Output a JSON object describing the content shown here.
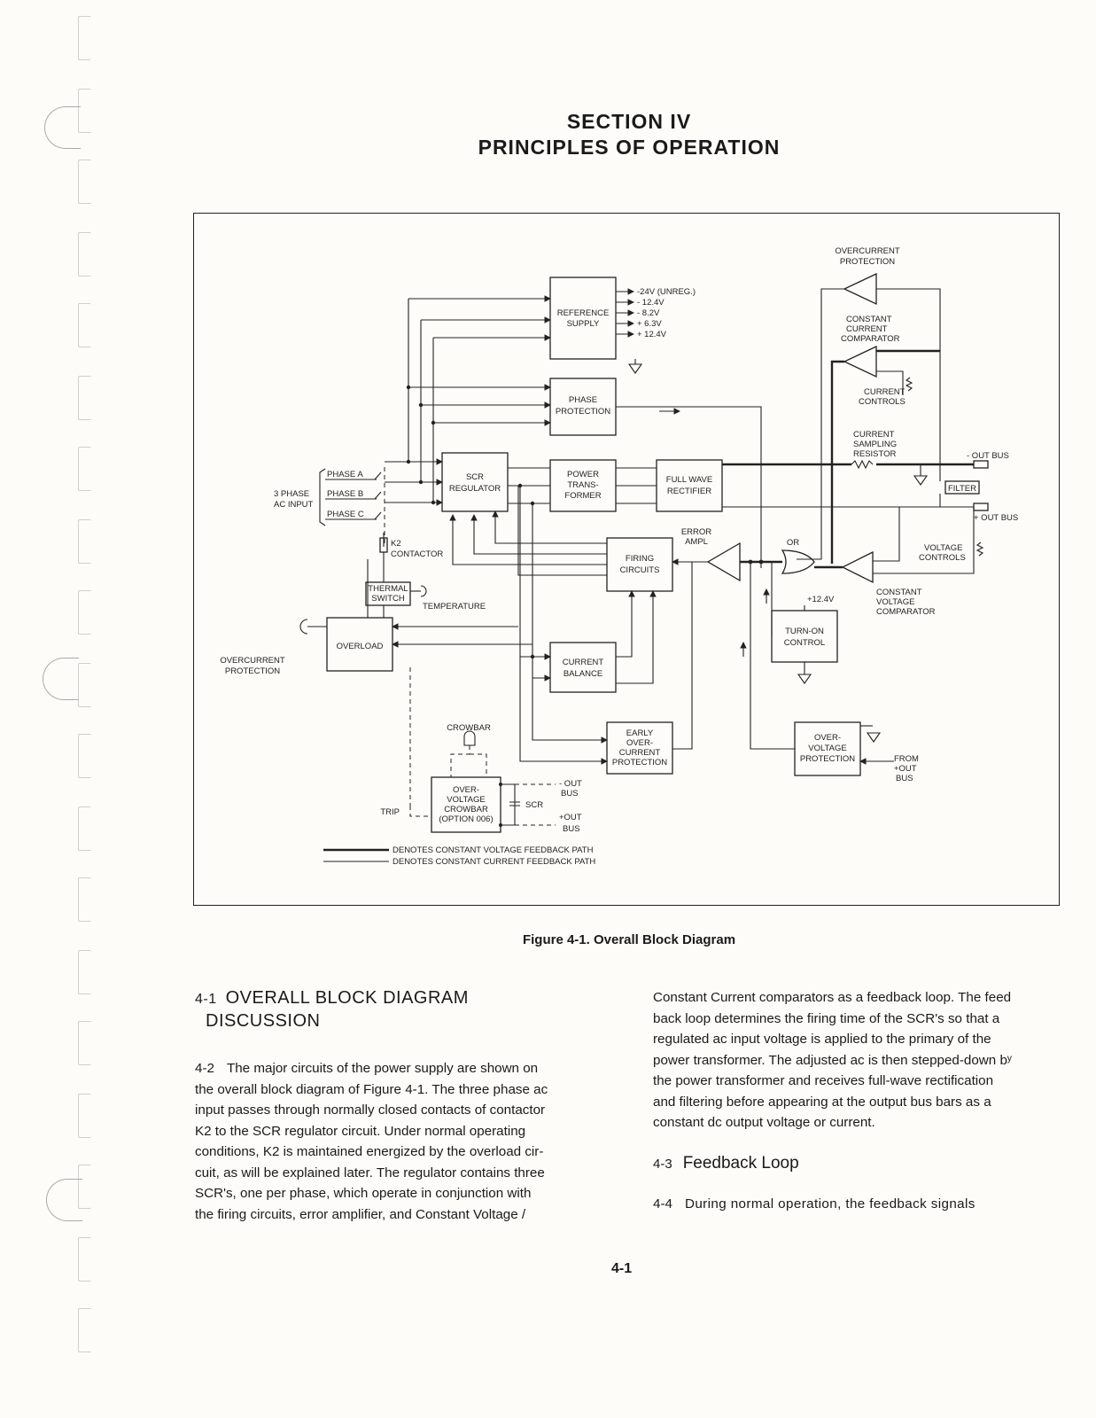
{
  "section": {
    "number": "SECTION IV",
    "title": "PRINCIPLES OF OPERATION"
  },
  "diagram": {
    "labels": {
      "overcurrent_protection_top": [
        "OVERCURRENT",
        "PROTECTION"
      ],
      "constant_current_comparator": [
        "CONSTANT",
        "CURRENT",
        "COMPARATOR"
      ],
      "current_controls": [
        "CURRENT",
        "CONTROLS"
      ],
      "current_sampling_resistor": [
        "CURRENT",
        "SAMPLING",
        "RESISTOR"
      ],
      "out_bus_minus": "- OUT BUS",
      "out_bus_plus": "+ OUT BUS",
      "filter": "FILTER",
      "reference_supply": [
        "REFERENCE",
        "SUPPLY"
      ],
      "supply_outputs": [
        "-24V (UNREG.)",
        "- 12.4V",
        "- 8.2V",
        "+ 6.3V",
        "+ 12.4V"
      ],
      "phase_protection": [
        "PHASE",
        "PROTECTION"
      ],
      "phase_a": "PHASE  A",
      "phase_b": "PHASE  B",
      "phase_c": "PHASE  C",
      "three_phase_input": [
        "3 PHASE",
        "AC INPUT"
      ],
      "scr_regulator": [
        "SCR",
        "REGULATOR"
      ],
      "power_transformer": [
        "POWER",
        "TRANS-",
        "FORMER"
      ],
      "full_wave_rectifier": [
        "FULL WAVE",
        "RECTIFIER"
      ],
      "k2_contactor": [
        "K2",
        "CONTACTOR"
      ],
      "thermal_switch": [
        "THERMAL",
        "SWITCH"
      ],
      "temperature": "TEMPERATURE",
      "firing_circuits": [
        "FIRING",
        "CIRCUITS"
      ],
      "error_ampl": [
        "ERROR",
        "AMPL"
      ],
      "or": "OR",
      "voltage_controls": [
        "VOLTAGE",
        "CONTROLS"
      ],
      "constant_voltage_comparator": [
        "CONSTANT",
        "VOLTAGE",
        "COMPARATOR"
      ],
      "plus_12_4v": "+12.4V",
      "turn_on_control": [
        "TURN-ON",
        "CONTROL"
      ],
      "overload": "OVERLOAD",
      "overcurrent_protection_left": [
        "OVERCURRENT",
        "PROTECTION"
      ],
      "current_balance": [
        "CURRENT",
        "BALANCE"
      ],
      "crowbar": "CROWBAR",
      "early_overcurrent_protection": [
        "EARLY",
        "OVER-",
        "CURRENT",
        "PROTECTION"
      ],
      "over_voltage_protection": [
        "OVER-",
        "VOLTAGE",
        "PROTECTION"
      ],
      "from_out_bus": [
        "FROM",
        "+OUT",
        "BUS"
      ],
      "over_voltage_crowbar": [
        "OVER-",
        "VOLTAGE",
        "CROWBAR",
        "(OPTION 006)"
      ],
      "scr": "SCR",
      "trip": "TRIP",
      "crowbar_out_minus": [
        "- OUT",
        "BUS"
      ],
      "crowbar_out_plus": [
        "+OUT",
        "BUS"
      ],
      "legend_cv": "DENOTES  CONSTANT  VOLTAGE  FEEDBACK  PATH",
      "legend_cc": "DENOTES  CONSTANT  CURRENT  FEEDBACK  PATH"
    }
  },
  "caption": "Figure 4-1.  Overall Block Diagram",
  "heading_4_1": {
    "number": "4-1",
    "line1": "OVERALL BLOCK DIAGRAM",
    "line2": "DISCUSSION"
  },
  "para_4_2": {
    "number": "4-2",
    "lines": [
      "The major circuits of the power supply are shown on",
      "the overall block diagram of Figure 4-1. The three phase ac",
      "input passes through normally closed contacts of contactor",
      "K2 to the SCR regulator circuit. Under normal operating",
      "conditions, K2 is maintained energized by the overload cir-",
      "cuit, as will be explained later. The regulator contains three",
      "SCR's, one per phase, which operate in conjunction with",
      "the firing circuits, error amplifier, and Constant Voltage /"
    ]
  },
  "para_right": {
    "lines": [
      "Constant Current comparators as a feedback loop. The feed",
      "back loop determines the firing time of the SCR's so that a",
      "regulated ac input voltage is applied to the primary of the",
      "power transformer. The adjusted ac is then stepped-down bʸ",
      "the power transformer and receives full-wave rectification",
      "and filtering before appearing at the output bus bars as a",
      "constant dc output voltage or current."
    ]
  },
  "heading_4_3": {
    "number": "4-3",
    "title": "Feedback Loop"
  },
  "para_4_4": {
    "number": "4-4",
    "text": "During normal operation, the feedback signals"
  },
  "page_number": "4-1"
}
